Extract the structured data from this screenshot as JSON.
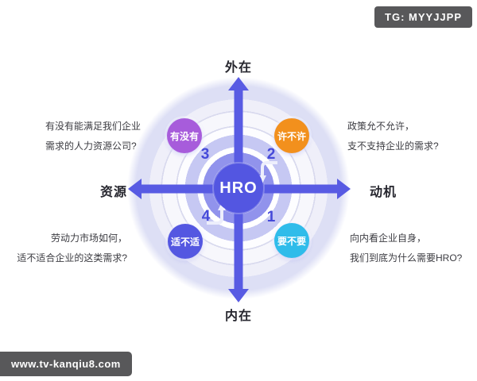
{
  "badge": {
    "label": "TG: MYYJJPP"
  },
  "watermark": {
    "label": "www.tv-kanqiu8.com"
  },
  "diagram": {
    "center": {
      "label": "HRO",
      "color": "#5356E1"
    },
    "axes": {
      "top": "外在",
      "bottom": "内在",
      "left": "资源",
      "right": "动机",
      "arrow_color": "#585BE3"
    },
    "bracket_color": "#EDEEFC",
    "number_color": "#4549D9",
    "quadrants": [
      {
        "number": "1",
        "bubble_label": "要不要",
        "bubble_color": "#2FBCEA",
        "note": [
          "向内看企业自身，",
          "我们到底为什么需要HRO?"
        ]
      },
      {
        "number": "2",
        "bubble_label": "许不许",
        "bubble_color": "#F2901D",
        "note": [
          "政策允不允许，",
          "支不支持企业的需求?"
        ]
      },
      {
        "number": "3",
        "bubble_label": "有没有",
        "bubble_color": "#A75CDB",
        "note": [
          "有没有能满足我们企业",
          "需求的人力资源公司?"
        ]
      },
      {
        "number": "4",
        "bubble_label": "适不适",
        "bubble_color": "#5457E1",
        "note": [
          "劳动力市场如何，",
          "适不适合企业的这类需求?"
        ]
      }
    ]
  }
}
